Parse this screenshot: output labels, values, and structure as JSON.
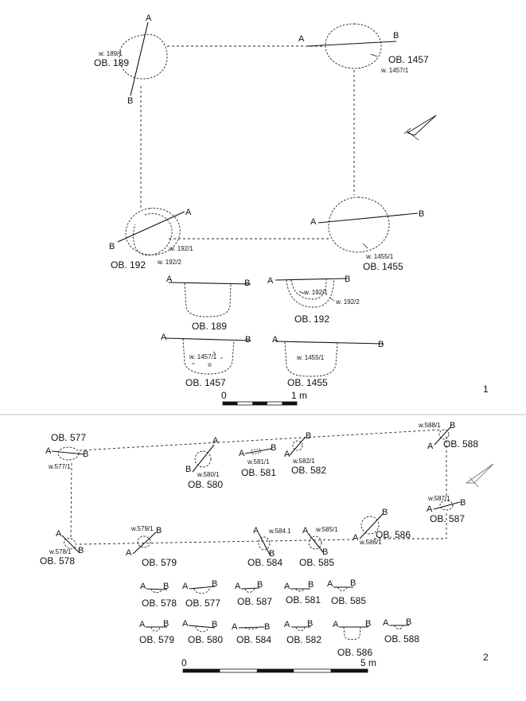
{
  "panel1": {
    "features": {
      "f189": {
        "label": "OB. 189",
        "sample": "w. 189/1"
      },
      "f1457": {
        "label": "OB. 1457",
        "sample": "w. 1457/1"
      },
      "f192": {
        "label": "OB. 192",
        "sample1": "w. 192/1",
        "sample2": "w. 192/2"
      },
      "f1455": {
        "label": "OB. 1455",
        "sample": "w. 1455/1"
      }
    },
    "sections": {
      "s189": {
        "label": "OB. 189"
      },
      "s192": {
        "label": "OB. 192",
        "sample1": "w. 192/1",
        "sample2": "w. 192/2"
      },
      "s1457": {
        "label": "OB. 1457",
        "sample": "w. 1457/1"
      },
      "s1455": {
        "label": "OB. 1455",
        "sample": "w. 1455/1"
      }
    },
    "scale": {
      "start": "0",
      "end": "1 m"
    },
    "number": "1"
  },
  "panel2": {
    "features": {
      "f577": {
        "label": "OB. 577",
        "sample": "w.577/1"
      },
      "f580": {
        "label": "OB. 580",
        "sample": "w.580/1"
      },
      "f581": {
        "label": "OB. 581",
        "sample": "w.581/1"
      },
      "f582": {
        "label": "OB. 582",
        "sample": "w.582/1"
      },
      "f588": {
        "label": "OB. 588",
        "sample": "w.588/1"
      },
      "f587": {
        "label": "OB. 587",
        "sample": "w.587/1"
      },
      "f578": {
        "label": "OB. 578",
        "sample": "w.578/1"
      },
      "f579": {
        "label": "OB. 579",
        "sample": "w.579/1"
      },
      "f584": {
        "label": "OB. 584",
        "sample": "w.584.1"
      },
      "f585": {
        "label": "OB. 585",
        "sample": "w.585/1"
      },
      "f586": {
        "label": "OB. 586",
        "sample": "w.586/1"
      }
    },
    "sections_row1": [
      "OB. 578",
      "OB. 577",
      "OB. 587",
      "OB. 581",
      "OB. 585"
    ],
    "sections_row2": [
      "OB. 579",
      "OB. 580",
      "OB. 584",
      "OB. 582",
      "OB. 586",
      "OB. 588"
    ],
    "scale": {
      "start": "0",
      "end": "5 m"
    },
    "number": "2"
  },
  "section_ends": {
    "a": "A",
    "b": "B"
  }
}
